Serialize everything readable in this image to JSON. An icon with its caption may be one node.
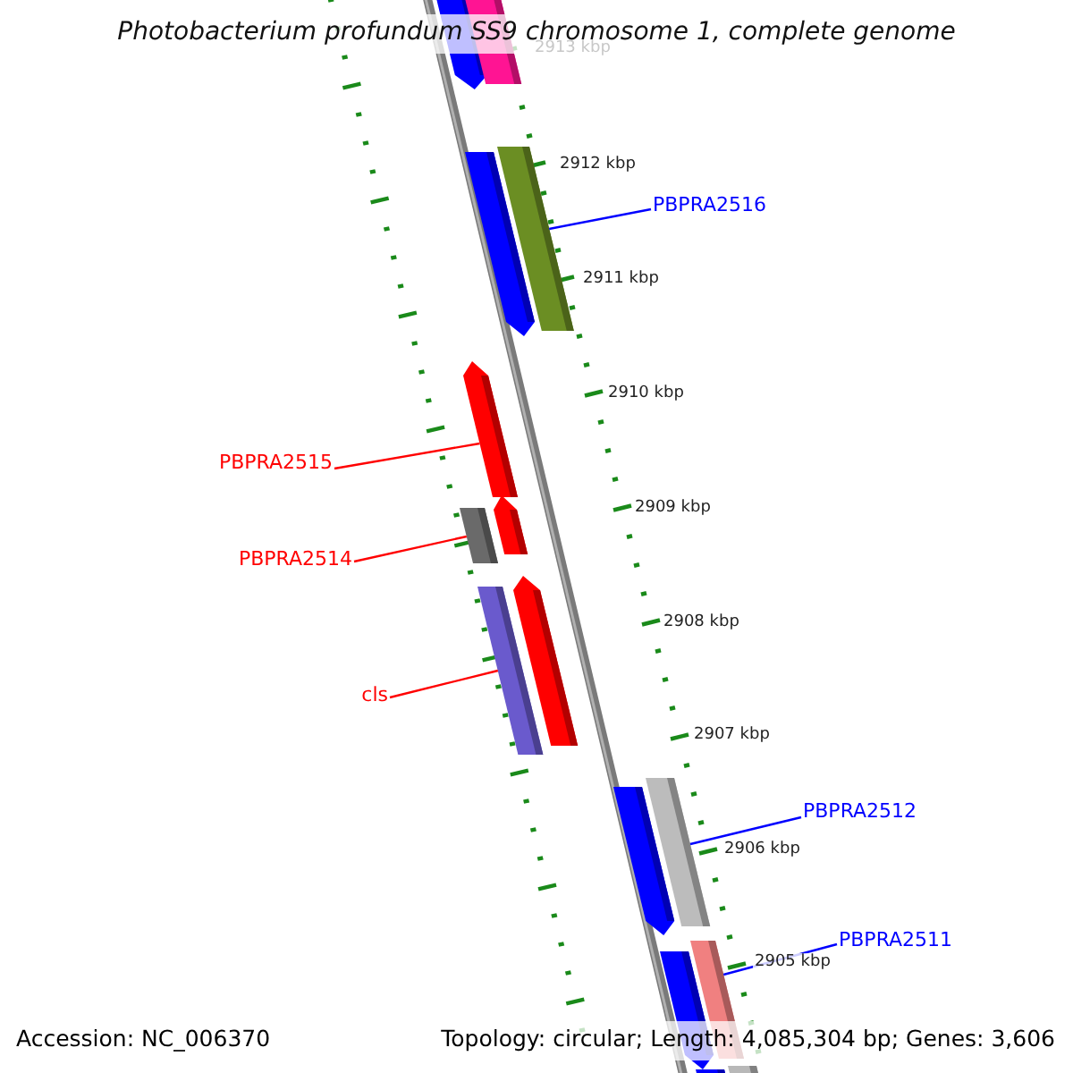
{
  "diagram": {
    "title": "Photobacterium profundum SS9 chromosome 1, complete genome",
    "nodes": [
      {
        "text": [
          "PBPRA2516"
        ]
      },
      {
        "text": [],
        "shape": "bar"
      },
      {
        "text": [
          "PBPRA2515"
        ]
      },
      {
        "text": [],
        "shape": "bar"
      },
      {
        "text": [
          "PBPRA2514"
        ]
      },
      {
        "text": [],
        "shape": "bar"
      },
      {
        "text": [
          "cls"
        ]
      },
      {
        "text": [],
        "shape": "bar"
      },
      {
        "text": [
          "PBPRA2512"
        ]
      },
      {
        "text": [],
        "shape": "bar"
      },
      {
        "text": [
          "PBPRA2511"
        ]
      },
      {
        "text": [],
        "shape": "bar"
      },
      {
        "text": [],
        "shape": "bar"
      },
      {
        "text": [],
        "shape": "bar"
      },
      {
        "text": [],
        "shape": "bar"
      },
      {
        "text": [],
        "shape": "bar"
      },
      {
        "text": [],
        "shape": "bar"
      },
      {
        "text": [],
        "shape": "bar"
      },
      {
        "text": [],
        "shape": "bar"
      },
      {
        "text": [],
        "shape": "bar"
      },
      {
        "text": [],
        "shape": "bar"
      }
    ],
    "edges": [
      {
        "from": 0,
        "to": 1,
        "arrow": "none",
        "color": "#0000ff"
      },
      {
        "from": 2,
        "to": 3,
        "arrow": "none",
        "color": "#ff0000"
      },
      {
        "from": 4,
        "to": 5,
        "arrow": "none",
        "color": "#ff0000"
      },
      {
        "from": 6,
        "to": 7,
        "arrow": "none",
        "color": "#ff0000"
      },
      {
        "from": 8,
        "to": 9,
        "arrow": "none",
        "color": "#0000ff"
      },
      {
        "from": 10,
        "to": 11,
        "arrow": "none",
        "color": "#0000ff"
      }
    ],
    "labels": [
      "2913 kbp",
      "2912 kbp",
      "2911 kbp",
      "2910 kbp",
      "2909 kbp",
      "2908 kbp",
      "2907 kbp",
      "2906 kbp",
      "2905 kbp",
      "Accession: NC_006370",
      "Topology: circular; Length: 4,085,304 bp; Genes: 3,606"
    ]
  }
}
